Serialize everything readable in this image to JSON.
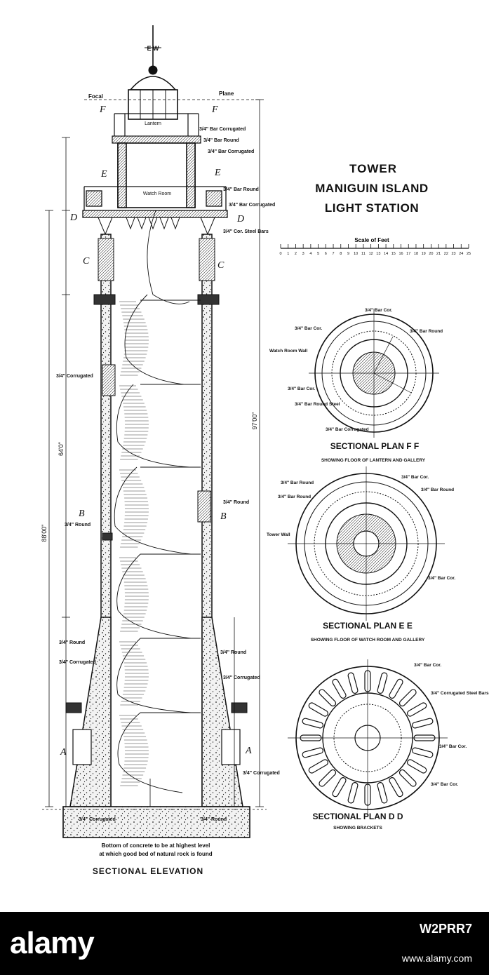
{
  "title": {
    "line1": "TOWER",
    "line2": "MANIGUIN ISLAND",
    "line3": "LIGHT STATION"
  },
  "scale": {
    "label": "Scale of Feet",
    "ticks": [
      "0",
      "1",
      "2",
      "3",
      "4",
      "5",
      "6",
      "7",
      "8",
      "9",
      "10",
      "11",
      "12",
      "13",
      "14",
      "15",
      "16",
      "17",
      "18",
      "19",
      "20",
      "21",
      "22",
      "23",
      "24",
      "25"
    ]
  },
  "elevation": {
    "caption": "SECTIONAL ELEVATION",
    "footnote_line1": "Bottom of concrete to be at highest level",
    "footnote_line2": "at which good bed of natural rock is found",
    "compass": "E W",
    "focal_label": "Focal",
    "plane_label": "Plane",
    "lantern_label": "Lantern",
    "watch_room_label": "Watch Room",
    "section_marks": [
      "F",
      "E",
      "D",
      "C",
      "B",
      "A"
    ],
    "annotations_right": [
      "3/4\" Bar Corrugated",
      "3/4\" Bar Round",
      "3/4\" Bar Corrugated",
      "3/4\" Bar Round",
      "3/4\" Bar Corrugated",
      "3/4\" Cor. Steel Bars",
      "3/4\" Round",
      "3/4\" Round",
      "3/4\" Corrugated",
      "3/4\" Corrugated"
    ],
    "annotations_left": [
      "3/4\" Corrugated",
      "3/4\" Round",
      "3/4\" Round",
      "3/4\" Corrugated"
    ],
    "base_left": "3/4\" Corrugated",
    "base_right": "3/4\" Round",
    "dimension_total_left": "88'00\"",
    "dimension_total_right": "97'00\"",
    "dimension_mid": "64'0\""
  },
  "plan_ff": {
    "caption": "SECTIONAL PLAN  F F",
    "subcaption": "SHOWING FLOOR OF LANTERN AND GALLERY",
    "labels": [
      "3/4\" Bar Cor.",
      "3/4\" Bar Cor.",
      "3/4\" Bar Round",
      "Watch Room Wall",
      "3/4\" Bar Cor.",
      "3/4\" Bar Round Steel",
      "3/4\" Bar Corrugated"
    ]
  },
  "plan_ee": {
    "caption": "SECTIONAL PLAN  E E",
    "subcaption": "SHOWING FLOOR OF WATCH ROOM AND GALLERY",
    "labels": [
      "3/4\" Bar Round",
      "3/4\" Bar Round",
      "3/4\" Bar Cor.",
      "3/4\" Bar Round",
      "Tower Wall",
      "3/4\" Bar Cor."
    ]
  },
  "plan_dd": {
    "caption": "SECTIONAL PLAN  D D",
    "subcaption": "SHOWING BRACKETS",
    "labels": [
      "3/4\" Bar Cor.",
      "3/4\" Corrugated Steel Bars",
      "3/4\" Bar Cor.",
      "3/4\" Bar Cor."
    ]
  },
  "stock": {
    "logo": "alamy",
    "image_id": "W2PRR7",
    "url": "www.alamy.com"
  }
}
